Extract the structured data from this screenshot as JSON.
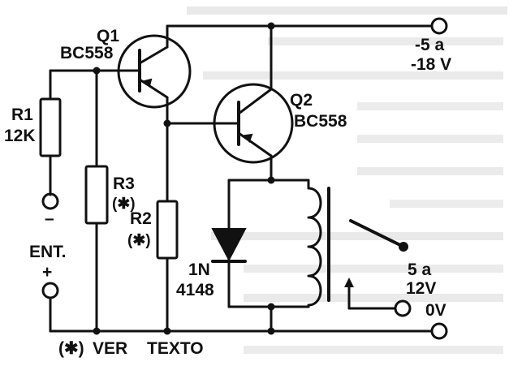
{
  "components": {
    "q1": {
      "ref": "Q1",
      "part": "BC558"
    },
    "q2": {
      "ref": "Q2",
      "part": "BC558"
    },
    "r1": {
      "ref": "R1",
      "value": "12K"
    },
    "r2": {
      "ref": "R2",
      "value": "(✱)"
    },
    "r3": {
      "ref": "R3",
      "value": "(✱)"
    },
    "diode": {
      "line1": "1N",
      "line2": "4148"
    }
  },
  "terminals": {
    "supply": {
      "line1": "-5 a",
      "line2": "-18 V"
    },
    "ent": {
      "label": "ENT.",
      "minus": "–",
      "plus": "+"
    },
    "relay_contact": {
      "line1": "5 a",
      "line2": "12V"
    },
    "ground": {
      "label": "0V"
    }
  },
  "footnote": {
    "star": "(✱)",
    "text": "VER",
    "text2": "TEXTO"
  },
  "colors": {
    "ink": "#111111",
    "paper": "#ffffff",
    "bleed": "#c9c9c9"
  }
}
